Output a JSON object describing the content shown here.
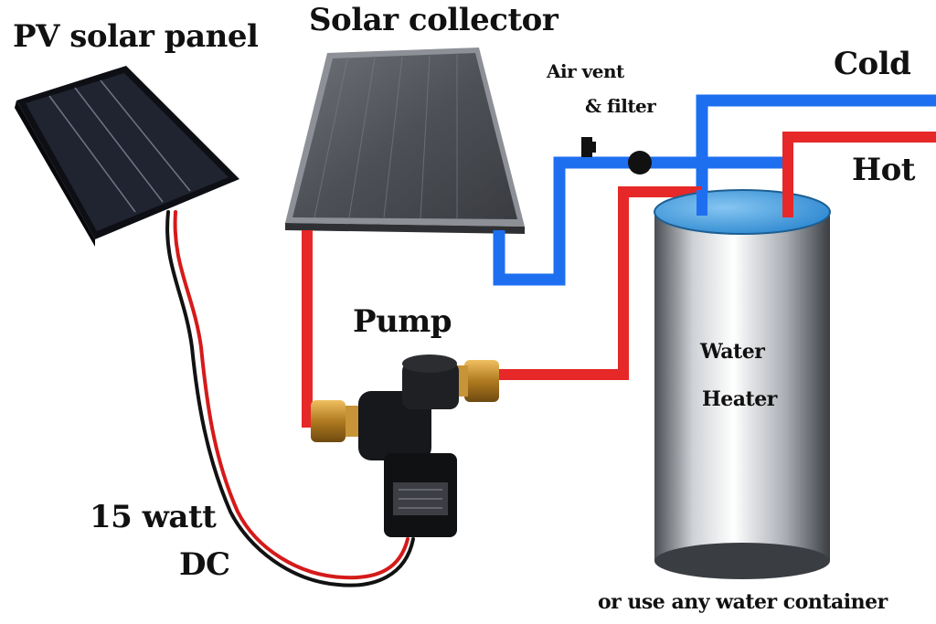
{
  "labels": {
    "pv_panel": "PV solar panel",
    "solar_collector": "Solar collector",
    "air_vent_line1": "Air vent",
    "air_vent_line2": "& filter",
    "cold": "Cold",
    "hot": "Hot",
    "pump": "Pump",
    "water_heater_line1": "Water",
    "water_heater_line2": "Heater",
    "power_line1": "15 watt",
    "power_line2": "DC",
    "container_note": "or use any water container"
  },
  "colors": {
    "cold_pipe": "#1e6ff0",
    "hot_pipe": "#e62828",
    "tank_top": "#3fa3e3",
    "panel_dark": "#1c1f27",
    "collector": "#5a5d63",
    "wire_red": "#d51a1a",
    "wire_black": "#121212"
  }
}
